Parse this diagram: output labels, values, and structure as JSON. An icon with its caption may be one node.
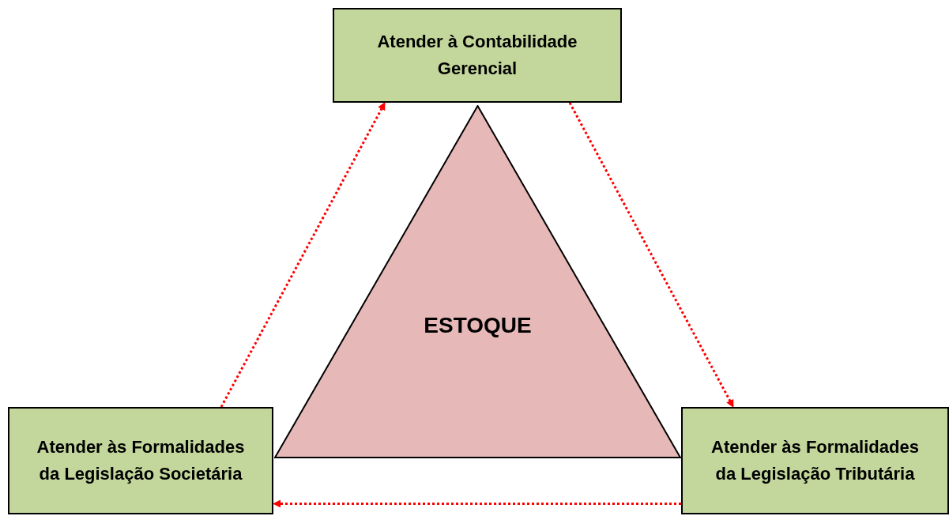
{
  "diagram": {
    "nodes": [
      {
        "text": [
          "Atender à Contabilidade Gerencial"
        ]
      },
      {
        "text": [
          "ESTOQUE"
        ]
      },
      {
        "text": [
          "Atender às Formalidades da Legislação Societária"
        ]
      },
      {
        "text": [
          "Atender às Formalidades da Legislação Tributária"
        ]
      }
    ],
    "edges": [
      {
        "from": 2,
        "to": 0,
        "arrow": "to",
        "style": "dashed",
        "color": "#ff0000"
      },
      {
        "from": 0,
        "to": 3,
        "arrow": "to",
        "style": "dashed",
        "color": "#ff0000"
      },
      {
        "from": 3,
        "to": 2,
        "arrow": "to",
        "style": "dashed",
        "color": "#ff0000"
      }
    ]
  }
}
